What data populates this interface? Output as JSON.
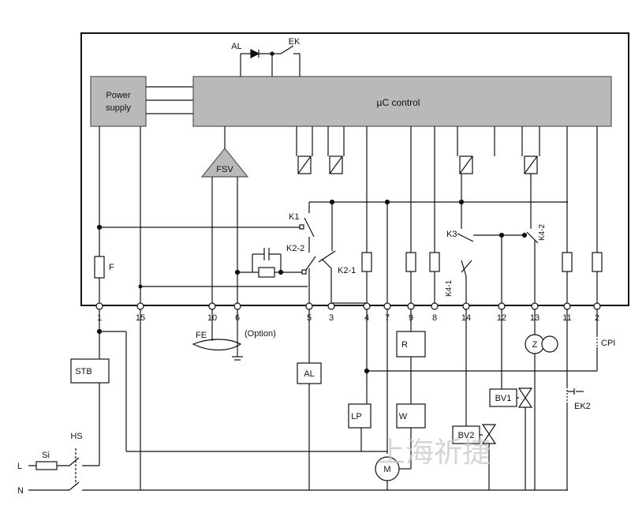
{
  "blocks": {
    "power_supply_line1": "Power",
    "power_supply_line2": "supply",
    "uc_control": "µC control",
    "fsv": "FSV"
  },
  "top": {
    "al": "AL",
    "ek": "EK"
  },
  "relays": {
    "k1": "K1",
    "k2_2": "K2-2",
    "k2_1": "K2-1",
    "k3": "K3",
    "k4_1": "K4-1",
    "k4_2": "K4-2"
  },
  "fuse_internal": "F",
  "terminals": [
    "1",
    "15",
    "10",
    "6",
    "5",
    "3",
    "4",
    "7",
    "9",
    "8",
    "14",
    "12",
    "13",
    "11",
    "2"
  ],
  "external": {
    "fe": "FE",
    "option": "(Option)",
    "stb": "STB",
    "al": "AL",
    "r": "R",
    "w": "W",
    "lp": "LP",
    "bv1": "BV1",
    "bv2": "BV2",
    "z": "Z",
    "cpi": "CPI",
    "ek2": "EK2",
    "hs": "HS",
    "si": "Si",
    "l": "L",
    "n": "N",
    "m": "M"
  },
  "watermark": "上海祈捷"
}
